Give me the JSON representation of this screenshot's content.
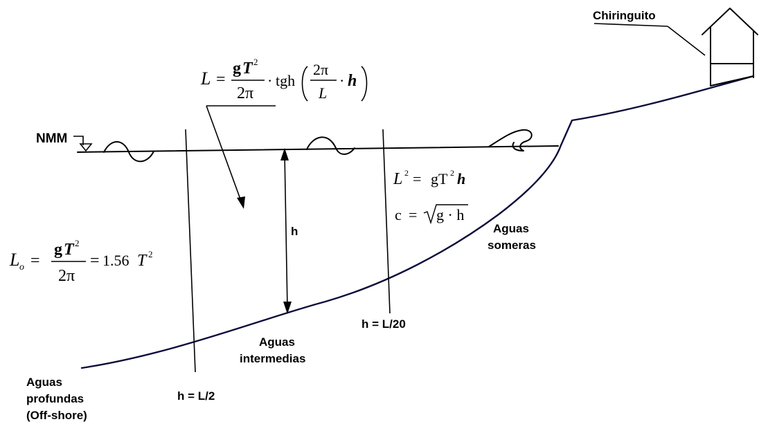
{
  "labels": {
    "building": "Chiringuito",
    "sea_level": "NMM",
    "depth": "h",
    "shallow": [
      "Aguas",
      "someras"
    ],
    "intermediate": [
      "Aguas",
      "intermedias"
    ],
    "deep": [
      "Aguas",
      "profundas",
      "(Off-shore)"
    ],
    "limit_deep": "h = L/2",
    "limit_shallow": "h = L/20"
  },
  "formulas": {
    "general": {
      "lhs": "L",
      "eq": "=",
      "num_g": "g",
      "num_T": "T",
      "num_exp": "2",
      "den": "2π",
      "dot1": "·",
      "func": "tgh",
      "inner_num": "2π",
      "inner_den": "L",
      "dot2": "·",
      "h": "h"
    },
    "deep": {
      "lhs": "L",
      "sub": "o",
      "eq": "=",
      "num_g": "g",
      "num_T": "T",
      "num_exp": "2",
      "den": "2π",
      "rhs_eq": "=",
      "coef": "1.56",
      "rhs_T": "T",
      "rhs_exp": "2"
    },
    "shallow_L": {
      "lhs": "L",
      "lhs_exp": "2",
      "eq": "=",
      "g": "gT",
      "exp": "2",
      "h": "h"
    },
    "shallow_c": {
      "lhs": "c",
      "eq": "=",
      "rad": "g · h"
    }
  }
}
